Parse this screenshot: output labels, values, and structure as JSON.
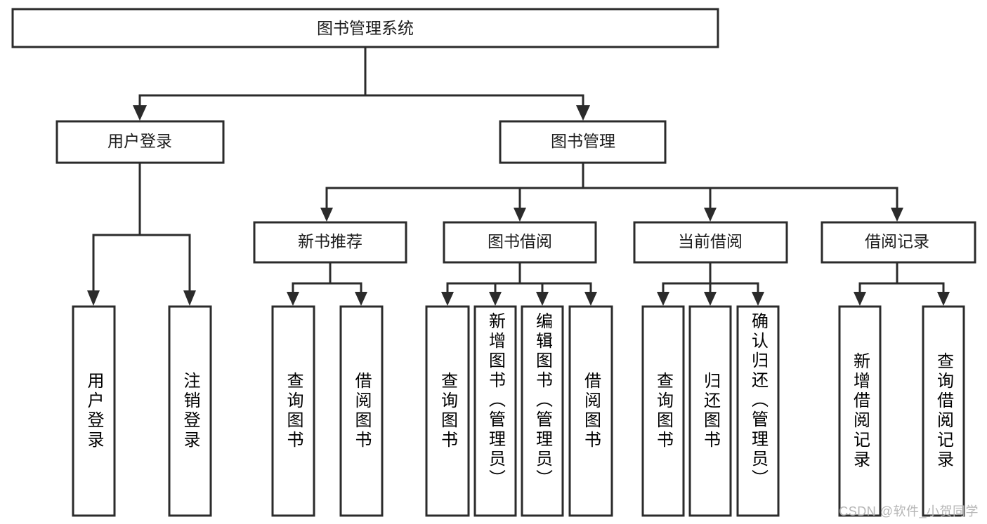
{
  "diagram": {
    "title": "图书管理系统",
    "style": {
      "background": "#ffffff",
      "box_fill": "#ffffff",
      "box_stroke": "#2b2b2b",
      "text_color": "#1d1d1d",
      "watermark_color": "#b6b6b6"
    },
    "root": {
      "id": "root",
      "label": "图书管理系统",
      "orientation": "horizontal"
    },
    "level1": [
      {
        "id": "user-login",
        "label": "用户登录",
        "orientation": "horizontal"
      },
      {
        "id": "book-manage",
        "label": "图书管理",
        "orientation": "horizontal"
      }
    ],
    "level2": [
      {
        "id": "new-book-recommend",
        "label": "新书推荐",
        "orientation": "horizontal",
        "parent": "book-manage"
      },
      {
        "id": "book-borrow",
        "label": "图书借阅",
        "orientation": "horizontal",
        "parent": "book-manage"
      },
      {
        "id": "current-borrow",
        "label": "当前借阅",
        "orientation": "horizontal",
        "parent": "book-manage"
      },
      {
        "id": "borrow-record",
        "label": "借阅记录",
        "orientation": "horizontal",
        "parent": "book-manage"
      }
    ],
    "leaves": [
      {
        "id": "leaf-user-login",
        "label": "用户登录",
        "orientation": "vertical",
        "parent": "user-login"
      },
      {
        "id": "leaf-user-logout",
        "label": "注销登录",
        "orientation": "vertical",
        "parent": "user-login"
      },
      {
        "id": "leaf-query-book-1",
        "label": "查询图书",
        "orientation": "vertical",
        "parent": "new-book-recommend"
      },
      {
        "id": "leaf-borrow-book-1",
        "label": "借阅图书",
        "orientation": "vertical",
        "parent": "new-book-recommend"
      },
      {
        "id": "leaf-query-book-2",
        "label": "查询图书",
        "orientation": "vertical",
        "parent": "book-borrow"
      },
      {
        "id": "leaf-add-book",
        "label": "新增图书（管理员）",
        "orientation": "vertical",
        "parent": "book-borrow"
      },
      {
        "id": "leaf-edit-book",
        "label": "编辑图书（管理员）",
        "orientation": "vertical",
        "parent": "book-borrow"
      },
      {
        "id": "leaf-borrow-book-2",
        "label": "借阅图书",
        "orientation": "vertical",
        "parent": "book-borrow"
      },
      {
        "id": "leaf-query-book-3",
        "label": "查询图书",
        "orientation": "vertical",
        "parent": "current-borrow"
      },
      {
        "id": "leaf-return-book",
        "label": "归还图书",
        "orientation": "vertical",
        "parent": "current-borrow"
      },
      {
        "id": "leaf-confirm-return",
        "label": "确认归还（管理员）",
        "orientation": "vertical",
        "parent": "current-borrow"
      },
      {
        "id": "leaf-add-record",
        "label": "新增借阅记录",
        "orientation": "vertical",
        "parent": "borrow-record"
      },
      {
        "id": "leaf-query-record",
        "label": "查询借阅记录",
        "orientation": "vertical",
        "parent": "borrow-record"
      }
    ],
    "watermark": "CSDN @软件_小贺同学"
  }
}
